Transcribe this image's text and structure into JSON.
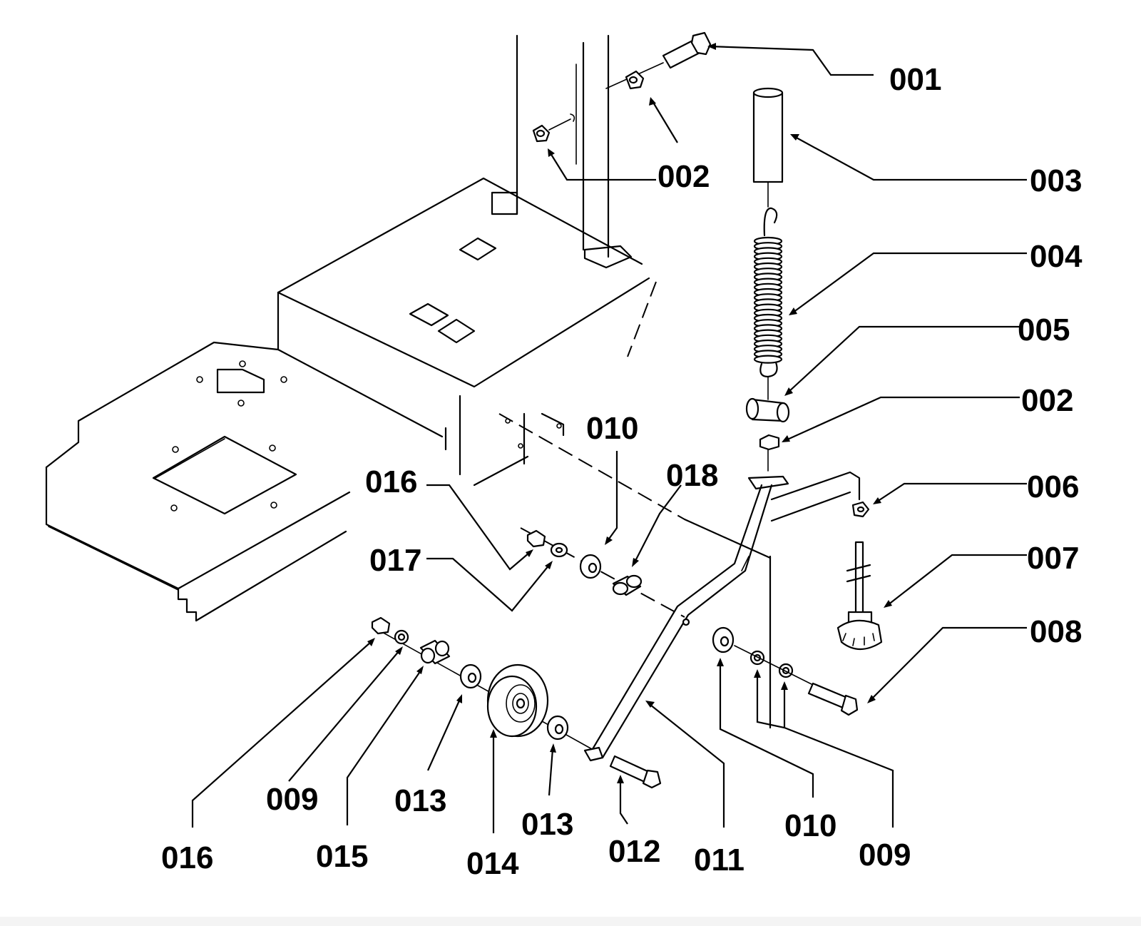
{
  "labels": {
    "l001": "001",
    "l002a": "002",
    "l002b": "002",
    "l003": "003",
    "l004": "004",
    "l005": "005",
    "l006": "006",
    "l007": "007",
    "l008": "008",
    "l009a": "009",
    "l009b": "009",
    "l010a": "010",
    "l010b": "010",
    "l011": "011",
    "l012": "012",
    "l013a": "013",
    "l013b": "013",
    "l014": "014",
    "l015": "015",
    "l016a": "016",
    "l016b": "016",
    "l017": "017",
    "l018": "018"
  }
}
